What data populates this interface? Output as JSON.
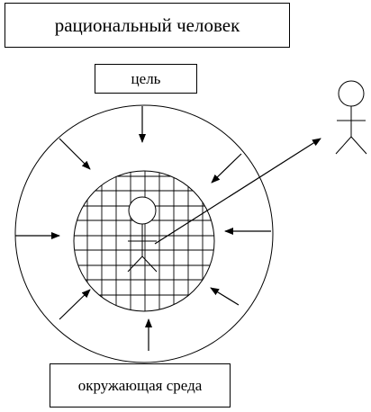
{
  "labels": {
    "title": "рациональный человек",
    "goal": "цель",
    "environment": "окружающая среда"
  },
  "colors": {
    "stroke": "#000000",
    "background": "#ffffff"
  }
}
